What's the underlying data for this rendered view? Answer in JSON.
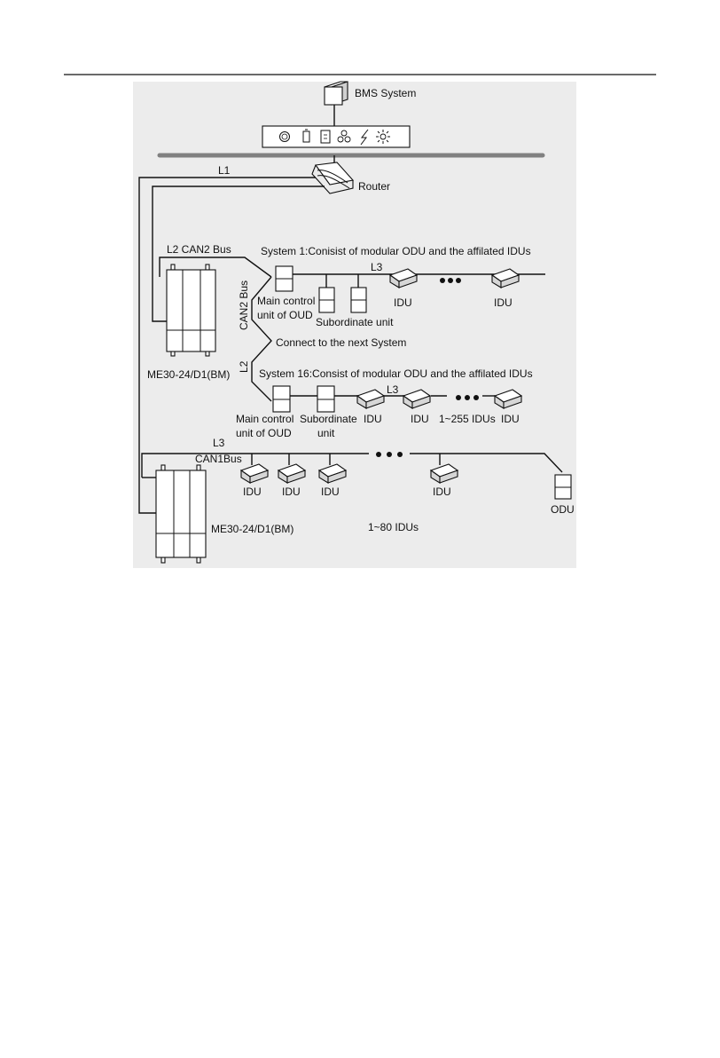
{
  "labels": {
    "bms": "BMS System",
    "router": "Router",
    "l1": "L1",
    "l2_can2_bus": "L2 CAN2 Bus",
    "system1": "System 1:Conisist of modular ODU and the affilated IDUs",
    "l3_a": "L3",
    "idu": "IDU",
    "main_control_1": "Main control",
    "main_control_2": "unit of OUD",
    "subordinate_unit": "Subordinate unit",
    "can2_bus_vertical": "CAN2 Bus",
    "connect_next": "Connect to the next System",
    "l2_vertical": "L2",
    "model": "ME30-24/D1(BM)",
    "system16": "System 16:Consist of modular ODU and the affilated IDUs",
    "l3_b": "L3",
    "subordinate_1": "Subordinate",
    "subordinate_2": "unit",
    "idus_255": "1~255 IDUs",
    "l3_c": "L3",
    "can1bus": "CAN1Bus",
    "odu": "ODU",
    "idus_80": "1~80 IDUs"
  },
  "colors": {
    "figure_background": "#ececec",
    "line": "#111111",
    "network_bar": "#808080",
    "unit_face": "#d6d6d6"
  },
  "icons": [
    "settings-circle-icon",
    "battery-icon",
    "unit-control-icon",
    "fan-icon",
    "lightning-icon",
    "sun-icon"
  ]
}
